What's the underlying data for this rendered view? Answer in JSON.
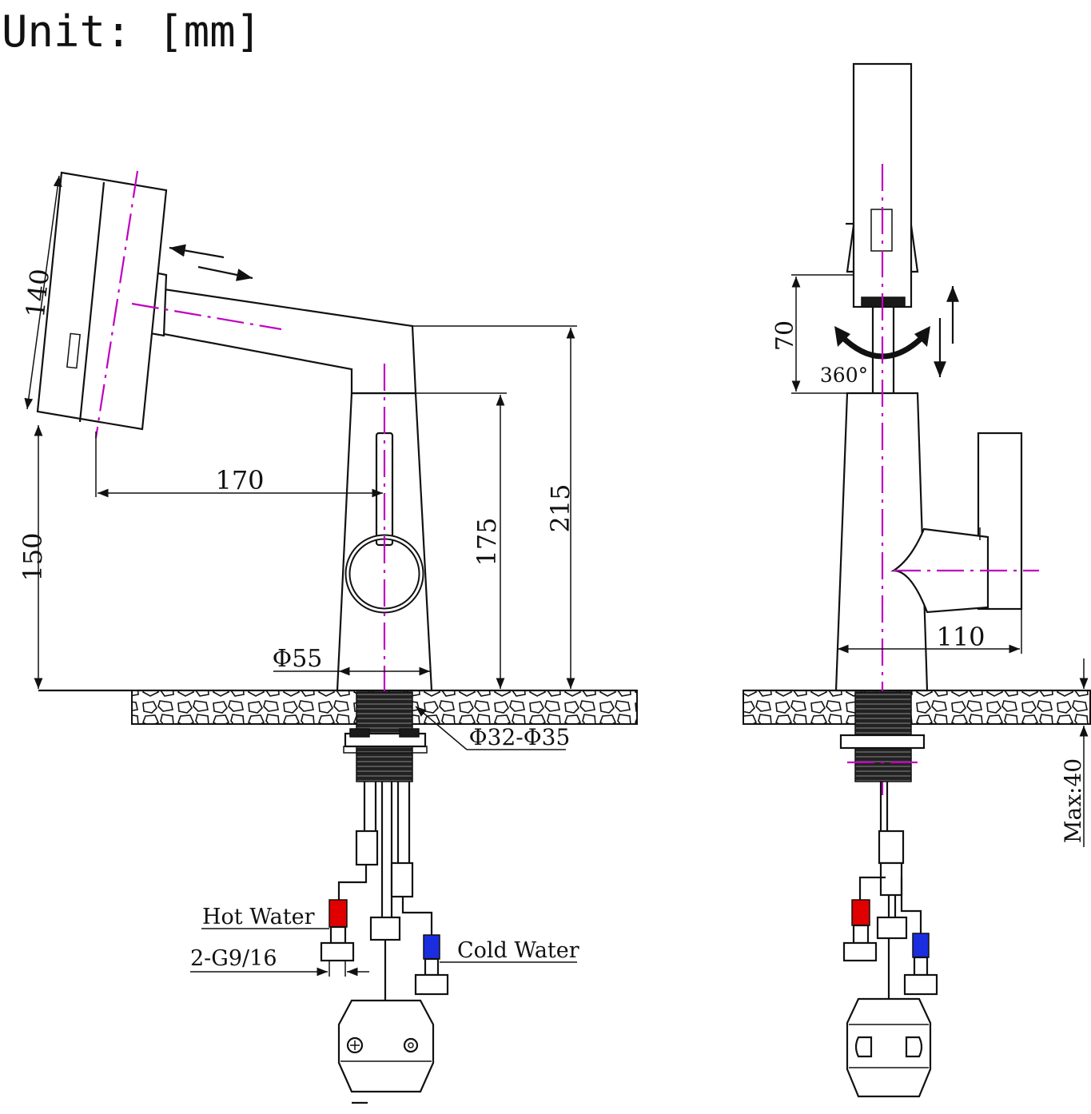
{
  "unit_label": "Unit: [mm]",
  "dimensions": {
    "spout_height": "140",
    "spout_reach": "170",
    "outlet_height": "150",
    "body_height": "175",
    "total_height": "215",
    "base_diameter": "Φ55",
    "hole_diameter": "Φ32-Φ35",
    "pullout_travel": "70",
    "rotation": "360°",
    "handle_reach": "110",
    "max_deck_thickness": "Max:40"
  },
  "labels": {
    "hot_water": "Hot Water",
    "cold_water": "Cold Water",
    "thread_size": "2-G9/16"
  },
  "colors": {
    "centerline": "#c000c0",
    "hot_valve": "#e00000",
    "cold_valve": "#1a2ee0",
    "outline": "#111111"
  }
}
